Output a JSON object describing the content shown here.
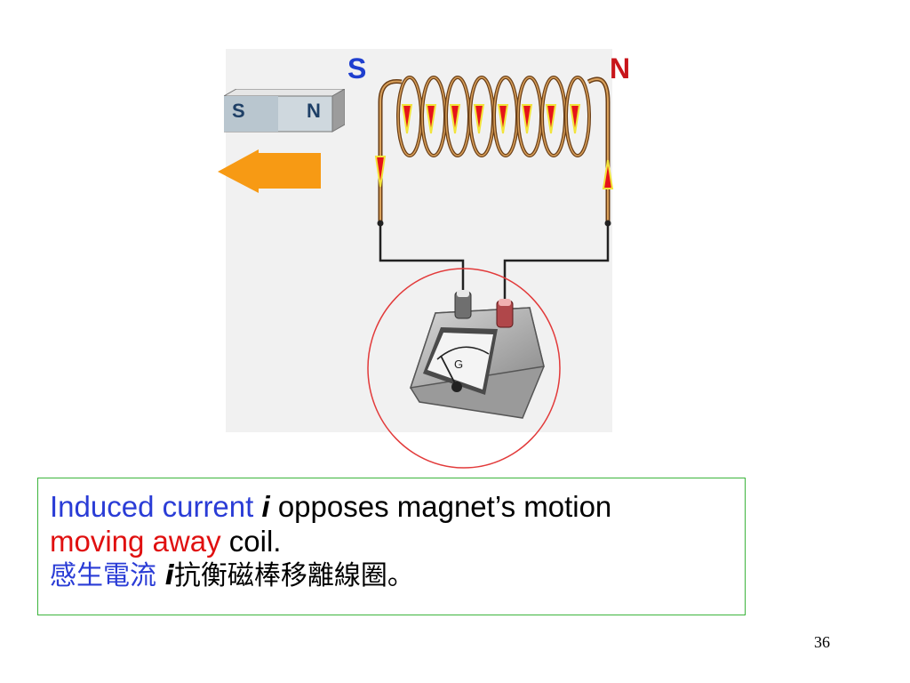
{
  "figure": {
    "coil_top_pole": "S",
    "coil_right_pole": "N",
    "magnet": {
      "left_pole": "S",
      "right_pole": "N"
    },
    "motion_arrow": "arrow-left-icon",
    "meter_symbol": "G",
    "colors": {
      "s_label": "#1f3fcf",
      "n_label": "#c8151b",
      "arrow": "#f79a14",
      "current_marker": "#e5131a",
      "marker_outline": "#f2e43a",
      "highlight_circle": "#e23a3a"
    }
  },
  "caption": {
    "line1_blue": "Induced current",
    "line1_var": "i",
    "line1_rest": " opposes magnet’s motion",
    "line2_red": "moving away",
    "line2_rest": " coil.",
    "line3_blue": "感生電流",
    "line3_var": "i",
    "line3_rest": "抗衡磁棒移離線圈。"
  },
  "page_number": "36"
}
